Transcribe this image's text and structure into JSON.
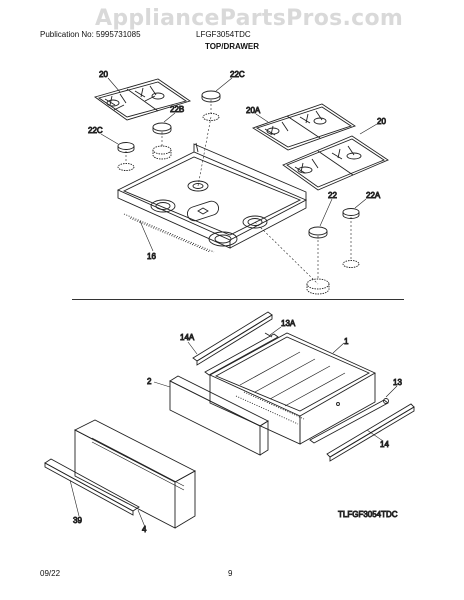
{
  "header": {
    "publication": "Publication No: 5995731085",
    "model": "LFGF3054TDC",
    "watermark": "AppliancePartsPros.com",
    "title": "TOP/DRAWER"
  },
  "callouts": {
    "top": [
      "20",
      "22C",
      "22B",
      "22C",
      "20A",
      "20",
      "22",
      "22A",
      "16"
    ],
    "drawer": [
      "14A",
      "13A",
      "1",
      "2",
      "13",
      "14",
      "39",
      "4"
    ]
  },
  "diagram_id": "TLFGF3054TDC",
  "footer": {
    "date": "09/22",
    "page": "9"
  },
  "colors": {
    "line": "#222222",
    "watermark": "#aaaaaa"
  }
}
